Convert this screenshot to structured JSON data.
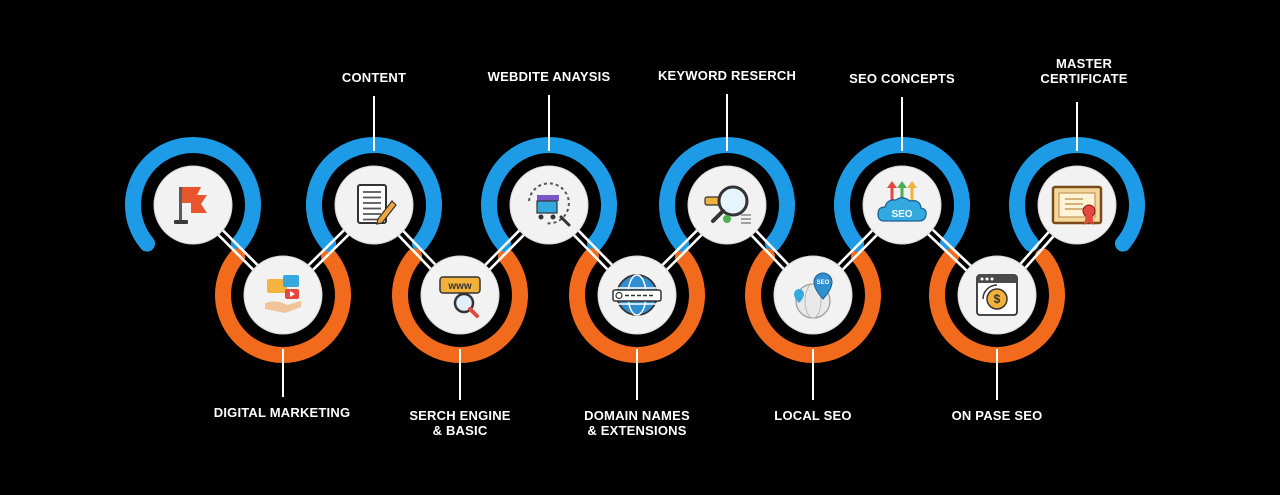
{
  "colors": {
    "background": "#000000",
    "top_ring": "#1e9be6",
    "bottom_ring": "#f26a1b",
    "node_fill": "#f2f2f2",
    "label_text": "#ffffff",
    "connector": "#ffffff"
  },
  "steps": [
    {
      "label": "",
      "icon": "flag-icon",
      "ring": "top"
    },
    {
      "label": "DIGITAL MARKETING",
      "icon": "media-folder-hand-icon",
      "ring": "bottom"
    },
    {
      "label": "CONTENT",
      "icon": "document-pen-icon",
      "ring": "top"
    },
    {
      "label": "SERCH ENGINE\n& BASIC",
      "icon": "www-search-icon",
      "ring": "bottom"
    },
    {
      "label": "WEBDITE ANAYSIS",
      "icon": "cart-analysis-icon",
      "ring": "top"
    },
    {
      "label": "DOMAIN NAMES\n& EXTENSIONS",
      "icon": "globe-url-icon",
      "ring": "bottom"
    },
    {
      "label": "KEYWORD RESERCH",
      "icon": "keyword-magnifier-icon",
      "ring": "top"
    },
    {
      "label": "LOCAL SEO",
      "icon": "map-pin-globe-icon",
      "ring": "bottom"
    },
    {
      "label": "SEO CONCEPTS",
      "icon": "seo-cloud-icon",
      "ring": "top"
    },
    {
      "label": "ON PASE SEO",
      "icon": "browser-dollar-icon",
      "ring": "bottom"
    },
    {
      "label": "MASTER\nCERTIFICATE",
      "icon": "certificate-icon",
      "ring": "top"
    }
  ]
}
